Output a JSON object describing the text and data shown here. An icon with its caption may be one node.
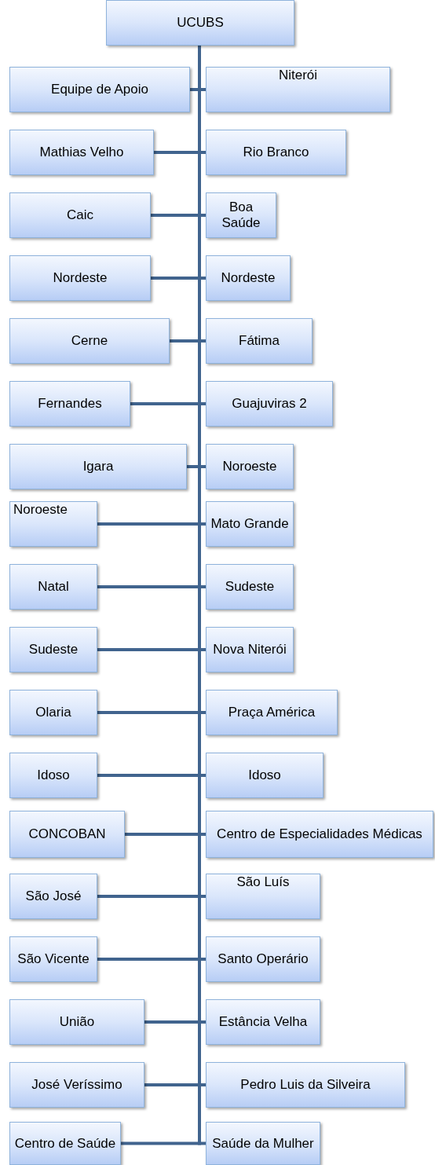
{
  "diagram": {
    "nodes": [
      {
        "text": [
          "UCUBS"
        ]
      },
      {
        "text": [
          "Equipe de Apoio"
        ]
      },
      {
        "text": [
          "Niterói"
        ]
      },
      {
        "text": [
          "Mathias Velho"
        ]
      },
      {
        "text": [
          "Rio Branco"
        ]
      },
      {
        "text": [
          "Caic"
        ]
      },
      {
        "text": [
          "Boa Saúde"
        ]
      },
      {
        "text": [
          "Nordeste"
        ]
      },
      {
        "text": [
          "Nordeste"
        ]
      },
      {
        "text": [
          "Cerne"
        ]
      },
      {
        "text": [
          "Fátima"
        ]
      },
      {
        "text": [
          "Fernandes"
        ]
      },
      {
        "text": [
          "Guajuviras 2"
        ]
      },
      {
        "text": [
          "Igara"
        ]
      },
      {
        "text": [
          "Noroeste"
        ]
      },
      {
        "text": [
          "Noroeste"
        ]
      },
      {
        "text": [
          "Mato Grande"
        ]
      },
      {
        "text": [
          "Natal"
        ]
      },
      {
        "text": [
          "Sudeste"
        ]
      },
      {
        "text": [
          "Sudeste"
        ]
      },
      {
        "text": [
          "Nova Niterói"
        ]
      },
      {
        "text": [
          "Olaria"
        ]
      },
      {
        "text": [
          "Praça América"
        ]
      },
      {
        "text": [
          "Idoso"
        ]
      },
      {
        "text": [
          "Idoso"
        ]
      },
      {
        "text": [
          "CONCOBAN"
        ]
      },
      {
        "text": [
          "Centro de Especialidades Médicas"
        ]
      },
      {
        "text": [
          "São José"
        ]
      },
      {
        "text": [
          "São Luís"
        ]
      },
      {
        "text": [
          "São Vicente"
        ]
      },
      {
        "text": [
          "Santo Operário"
        ]
      },
      {
        "text": [
          "União"
        ]
      },
      {
        "text": [
          "Estância Velha"
        ]
      },
      {
        "text": [
          "José Veríssimo"
        ]
      },
      {
        "text": [
          "Pedro Luis da Silveira"
        ]
      },
      {
        "text": [
          "Centro de Saúde"
        ]
      },
      {
        "text": [
          "Saúde da Mulher"
        ]
      }
    ],
    "edges": [
      {
        "from": 0,
        "to": 1,
        "arrow": "none"
      },
      {
        "from": 0,
        "to": 2,
        "arrow": "none"
      },
      {
        "from": 0,
        "to": 3,
        "arrow": "none"
      },
      {
        "from": 0,
        "to": 4,
        "arrow": "none"
      },
      {
        "from": 0,
        "to": 5,
        "arrow": "none"
      },
      {
        "from": 0,
        "to": 6,
        "arrow": "none"
      },
      {
        "from": 0,
        "to": 7,
        "arrow": "none"
      },
      {
        "from": 0,
        "to": 8,
        "arrow": "none"
      },
      {
        "from": 0,
        "to": 9,
        "arrow": "none"
      },
      {
        "from": 0,
        "to": 10,
        "arrow": "none"
      },
      {
        "from": 0,
        "to": 11,
        "arrow": "none"
      },
      {
        "from": 0,
        "to": 12,
        "arrow": "none"
      },
      {
        "from": 0,
        "to": 13,
        "arrow": "none"
      },
      {
        "from": 0,
        "to": 14,
        "arrow": "none"
      },
      {
        "from": 0,
        "to": 15,
        "arrow": "none"
      },
      {
        "from": 0,
        "to": 16,
        "arrow": "none"
      },
      {
        "from": 0,
        "to": 17,
        "arrow": "none"
      },
      {
        "from": 0,
        "to": 18,
        "arrow": "none"
      },
      {
        "from": 0,
        "to": 19,
        "arrow": "none"
      },
      {
        "from": 0,
        "to": 20,
        "arrow": "none"
      },
      {
        "from": 0,
        "to": 21,
        "arrow": "none"
      },
      {
        "from": 0,
        "to": 22,
        "arrow": "none"
      },
      {
        "from": 0,
        "to": 23,
        "arrow": "none"
      },
      {
        "from": 0,
        "to": 24,
        "arrow": "none"
      },
      {
        "from": 0,
        "to": 25,
        "arrow": "none"
      },
      {
        "from": 0,
        "to": 26,
        "arrow": "none"
      },
      {
        "from": 0,
        "to": 27,
        "arrow": "none"
      },
      {
        "from": 0,
        "to": 28,
        "arrow": "none"
      },
      {
        "from": 0,
        "to": 29,
        "arrow": "none"
      },
      {
        "from": 0,
        "to": 30,
        "arrow": "none"
      },
      {
        "from": 0,
        "to": 31,
        "arrow": "none"
      },
      {
        "from": 0,
        "to": 32,
        "arrow": "none"
      },
      {
        "from": 0,
        "to": 33,
        "arrow": "none"
      },
      {
        "from": 0,
        "to": 34,
        "arrow": "none"
      },
      {
        "from": 0,
        "to": 35,
        "arrow": "none"
      },
      {
        "from": 0,
        "to": 36,
        "arrow": "none"
      }
    ]
  }
}
